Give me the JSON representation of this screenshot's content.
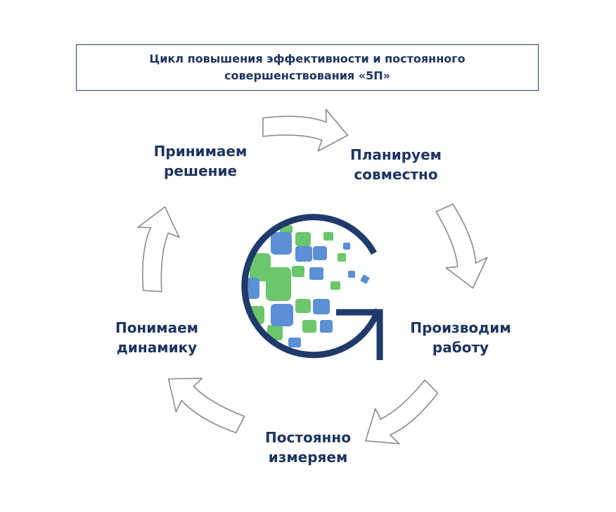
{
  "title": {
    "line1": "Цикл повышения эффективности и постоянного",
    "line2": "совершенствования «5П»"
  },
  "steps": [
    {
      "line1": "Планируем",
      "line2": "совместно"
    },
    {
      "line1": "Производим",
      "line2": "работу"
    },
    {
      "line1": "Постоянно",
      "line2": "измеряем"
    },
    {
      "line1": "Понимаем",
      "line2": "динамику"
    },
    {
      "line1": "Принимаем",
      "line2": "решение"
    }
  ],
  "colors": {
    "text": "#1d3461",
    "logo_navy": "#1f3a6b",
    "logo_green": "#6cc66c",
    "logo_blue": "#5b8fd6",
    "arrow_stroke": "#8a8a8a"
  }
}
